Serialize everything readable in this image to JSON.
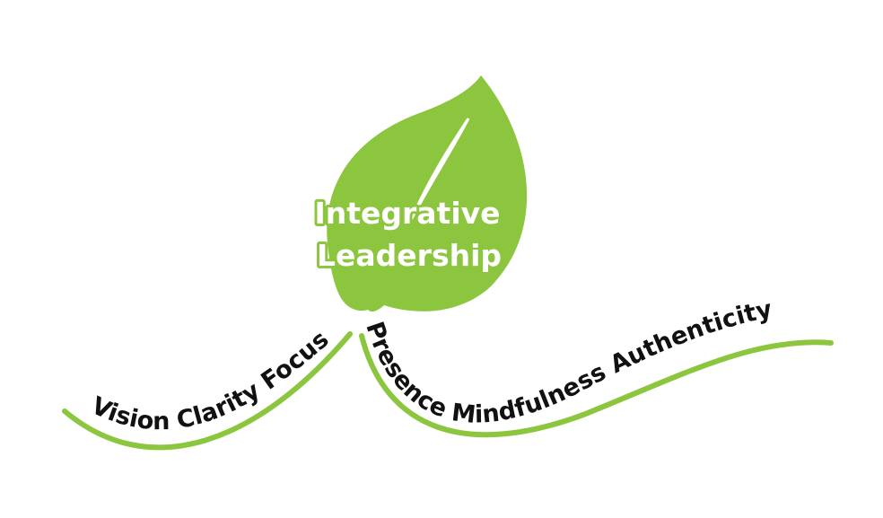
{
  "title": {
    "line1": "Integrative",
    "line2": "Leadership"
  },
  "left_branch": {
    "text": "Vision Clarity Focus"
  },
  "right_branch": {
    "text": "Presence Mindfulness Authenticity"
  },
  "colors": {
    "leaf": "#8cc63e",
    "branch": "#8cc63e",
    "leaf_vein": "#ffffff",
    "text": "#111111",
    "title_fill": "#ffffff",
    "title_outline": "#8cc63e",
    "background": "#ffffff"
  },
  "icons": {
    "leaf": "leaf-icon"
  }
}
